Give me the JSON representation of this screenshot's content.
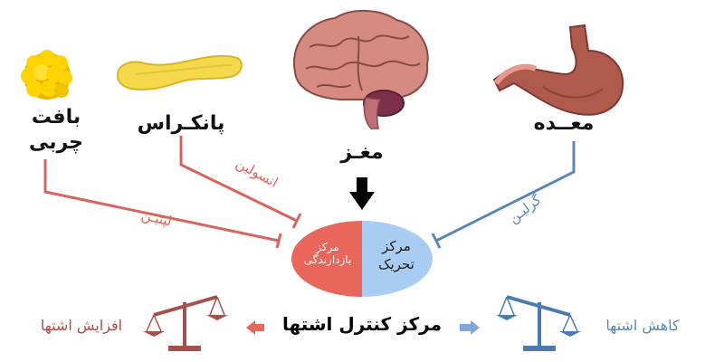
{
  "organs": {
    "fat": {
      "line1": "بافت",
      "line2": "چربی"
    },
    "pancreas": "پانکـراس",
    "brain": "مغـز",
    "stomach": "معــده"
  },
  "hormones": {
    "leptin": "لپتیـن",
    "insulin": "انسولین",
    "ghrelin": "گرلیـن"
  },
  "centers": {
    "inhibitory": {
      "line1": "مرکز",
      "line2": "بازدارندگی"
    },
    "stimulatory": {
      "line1": "مرکز",
      "line2": "تحریک"
    }
  },
  "control_center": "مرکز کنترل اشتها",
  "outcomes": {
    "increase": "افزایش اشتها",
    "decrease": "کاهش اشتها"
  },
  "colors": {
    "inhibitory": "#e8675a",
    "stimulatory": "#a9cdf2",
    "red_pathway": "#d8655c",
    "blue_pathway": "#5b86b8",
    "scale_red": "#a6504c",
    "scale_blue": "#4a7ab0"
  },
  "icons": {
    "fat": "fat-cluster-icon",
    "pancreas": "pancreas-icon",
    "brain": "brain-icon",
    "stomach": "stomach-icon",
    "arrow_down": "down-arrow-icon",
    "scale_left": "balance-scale-icon",
    "scale_right": "balance-scale-icon"
  }
}
